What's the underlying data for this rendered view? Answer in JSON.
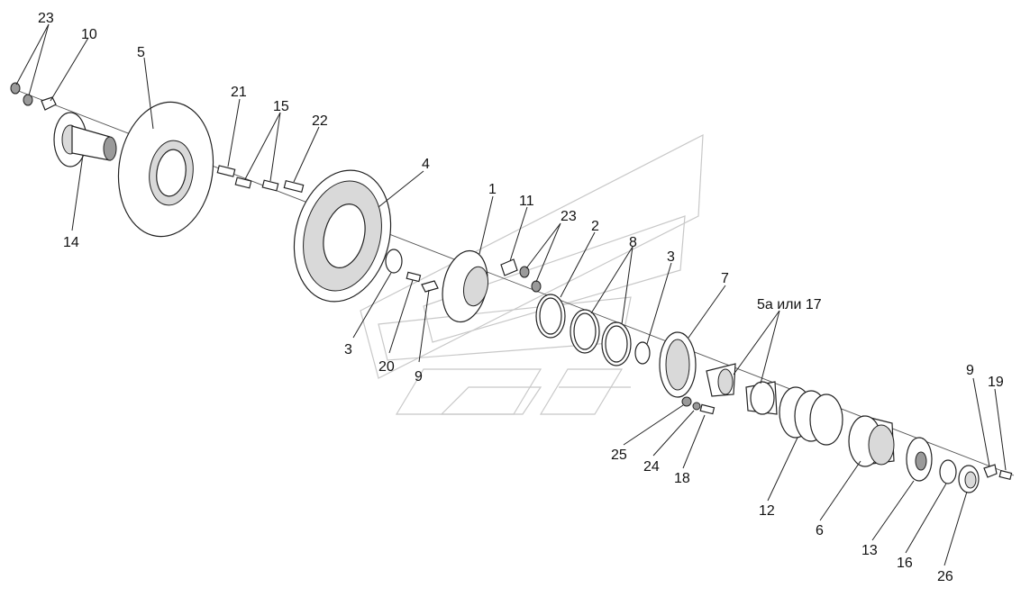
{
  "labels": {
    "l1": "1",
    "l2": "2",
    "l3a": "3",
    "l3b": "3",
    "l4": "4",
    "l5": "5",
    "l5a17": "5а или 17",
    "l6": "6",
    "l7": "7",
    "l8": "8",
    "l9a": "9",
    "l9b": "9",
    "l10": "10",
    "l11": "11",
    "l12": "12",
    "l13": "13",
    "l14": "14",
    "l15": "15",
    "l16": "16",
    "l18": "18",
    "l19": "19",
    "l20": "20",
    "l21": "21",
    "l22": "22",
    "l23a": "23",
    "l23b": "23",
    "l24": "24",
    "l25": "25",
    "l26": "26"
  }
}
